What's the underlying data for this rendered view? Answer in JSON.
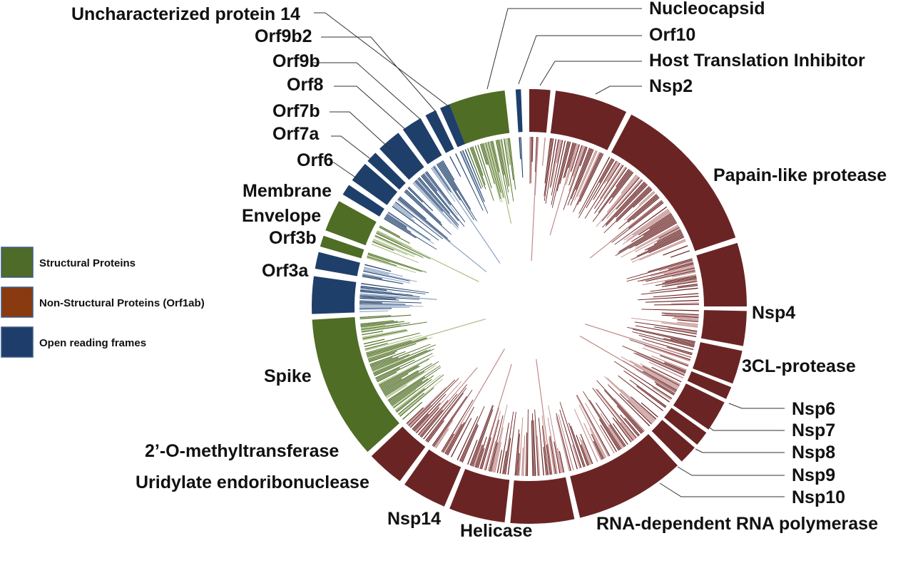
{
  "legend": [
    {
      "label": "Structural Proteins",
      "color": "#4e6b2a"
    },
    {
      "label": "Non-Structural Proteins (Orf1ab)",
      "color": "#8a3a10"
    },
    {
      "label": "Open reading frames",
      "color": "#1f3d6b"
    }
  ],
  "colors": {
    "structural": "#4f6d24",
    "structural_light": "#a9be84",
    "nonstructural": "#6b2424",
    "nonstructural_light": "#c08a8a",
    "orf": "#1f3f6b",
    "orf_light": "#8ea5c4",
    "leader": "#333333"
  },
  "segments": [
    {
      "name": "Nucleocapsid",
      "type": "structural"
    },
    {
      "name": "Orf10",
      "type": "orf"
    },
    {
      "name": "Host Translation Inhibitor",
      "type": "nonstructural"
    },
    {
      "name": "Nsp2",
      "type": "nonstructural"
    },
    {
      "name": "Papain-like protease",
      "type": "nonstructural"
    },
    {
      "name": "Nsp4",
      "type": "nonstructural"
    },
    {
      "name": "3CL-protease",
      "type": "nonstructural"
    },
    {
      "name": "Nsp6",
      "type": "nonstructural"
    },
    {
      "name": "Nsp7",
      "type": "nonstructural"
    },
    {
      "name": "Nsp8",
      "type": "nonstructural"
    },
    {
      "name": "Nsp9",
      "type": "nonstructural"
    },
    {
      "name": "Nsp10",
      "type": "nonstructural"
    },
    {
      "name": "RNA-dependent RNA polymerase",
      "type": "nonstructural"
    },
    {
      "name": "Helicase",
      "type": "nonstructural"
    },
    {
      "name": "Nsp14",
      "type": "nonstructural"
    },
    {
      "name": "Uridylate endoribonuclease",
      "type": "nonstructural"
    },
    {
      "name": "2’-O-methyltransferase",
      "type": "nonstructural"
    },
    {
      "name": "Spike",
      "type": "structural"
    },
    {
      "name": "Orf3a",
      "type": "orf"
    },
    {
      "name": "Orf3b",
      "type": "orf"
    },
    {
      "name": "Envelope",
      "type": "structural"
    },
    {
      "name": "Membrane",
      "type": "structural"
    },
    {
      "name": "Orf6",
      "type": "orf"
    },
    {
      "name": "Orf7a",
      "type": "orf"
    },
    {
      "name": "Orf7b",
      "type": "orf"
    },
    {
      "name": "Orf8",
      "type": "orf"
    },
    {
      "name": "Orf9b",
      "type": "orf"
    },
    {
      "name": "Orf9b2",
      "type": "orf"
    },
    {
      "name": "Uncharacterized protein 14",
      "type": "orf"
    }
  ]
}
